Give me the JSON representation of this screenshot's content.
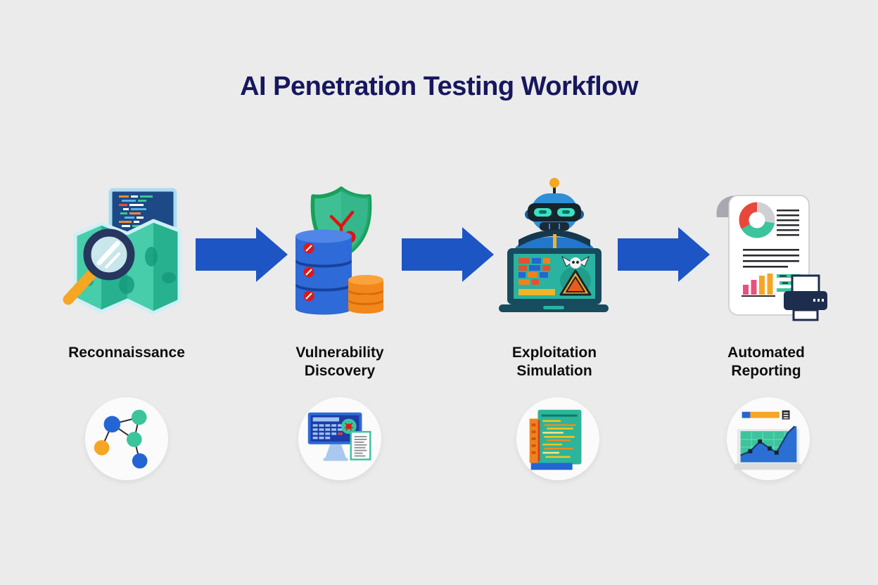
{
  "title": "AI Penetration Testing Workflow",
  "stages": [
    {
      "label": "Reconnaissance",
      "main_icon": "map-magnifier",
      "mini_icon": "network-graph"
    },
    {
      "label": "Vulnerability Discovery",
      "main_icon": "shield-databases",
      "mini_icon": "monitor-vulnerability-scan"
    },
    {
      "label": "Exploitation Simulation",
      "main_icon": "robot-laptop-exploit",
      "mini_icon": "exploit-code-terminal"
    },
    {
      "label": "Automated Reporting",
      "main_icon": "report-scroll-printer",
      "mini_icon": "analytics-trend-chart"
    }
  ],
  "arrows": {
    "count": 3,
    "direction": "right",
    "color": "#1d55c4"
  },
  "colors": {
    "background": "#ebebeb",
    "title_text": "#17175e",
    "label_text": "#0d0d0d",
    "arrow_blue": "#1d55c4",
    "teal": "#3cc49c",
    "shield_green": "#17a058",
    "db_blue": "#2e6ad8",
    "orange": "#f5a623",
    "alert_red": "#e01212",
    "printer_navy": "#1d2d4e"
  }
}
